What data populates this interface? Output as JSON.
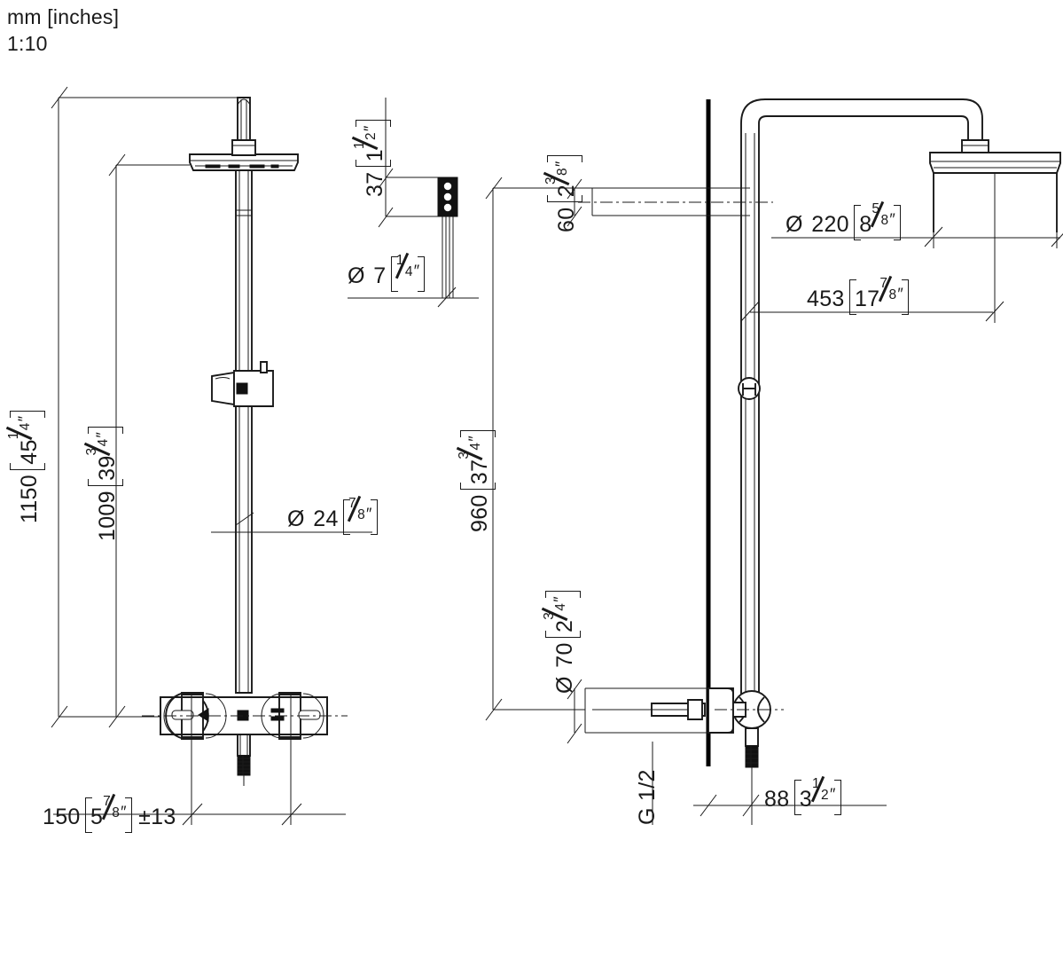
{
  "sheet": {
    "units_note": "mm [inches]",
    "scale": "1:10",
    "drawing_type": "technical-dimension-drawing",
    "subject": "wall-mounted thermostatic shower column with rain head",
    "line_color": "#1a1a1a",
    "background": "#ffffff"
  },
  "views": {
    "front": {
      "name": "front-elevation",
      "label": "front view of shower column with overhead rain shower and thermostatic mixer"
    },
    "detail": {
      "name": "mounting-bracket-detail",
      "label": "wall bracket mounting plate detail"
    },
    "side": {
      "name": "side-elevation",
      "label": "side view against wall showing projection of shower arm"
    }
  },
  "dimensions": {
    "overall_height": {
      "name": "overall-height",
      "mm": "1150",
      "in_whole": "45",
      "in_num": "1",
      "in_den": "4",
      "text": "1150 [45 1/4\"]"
    },
    "riser_height": {
      "name": "riser-height",
      "mm": "1009",
      "in_whole": "39",
      "in_num": "3",
      "in_den": "4",
      "text": "1009 [39 3/4\"]"
    },
    "bracket_height": {
      "name": "bracket-plate-height",
      "mm": "37",
      "in_whole": "1",
      "in_num": "1",
      "in_den": "2",
      "text": "37 [1 1/2\"]"
    },
    "screw_hole_dia": {
      "name": "screw-hole-diameter",
      "symbol": "Ø",
      "mm": "7",
      "in_whole": "",
      "in_num": "1",
      "in_den": "4",
      "text": "Ø 7 [1/4\"]"
    },
    "riser_pipe_dia": {
      "name": "riser-pipe-diameter",
      "symbol": "Ø",
      "mm": "24",
      "in_whole": "",
      "in_num": "7",
      "in_den": "8",
      "text": "Ø 24 [7/8\"]"
    },
    "mixer_inlet_spacing": {
      "name": "inlet-centre-spacing",
      "mm": "150",
      "in_whole": "5",
      "in_num": "7",
      "in_den": "8",
      "tolerance": "±13",
      "text": "150 [5 7/8\"] ±13"
    },
    "arm_offset": {
      "name": "shower-arm-vertical-offset",
      "mm": "60",
      "in_whole": "2",
      "in_num": "3",
      "in_den": "8",
      "text": "60 [2 3/8\"]"
    },
    "head_dia": {
      "name": "rain-head-diameter",
      "symbol": "Ø",
      "mm": "220",
      "in_whole": "8",
      "in_num": "5",
      "in_den": "8",
      "text": "Ø 220 [8 5/8\"]"
    },
    "arm_projection": {
      "name": "shower-arm-projection",
      "mm": "453",
      "in_whole": "17",
      "in_num": "7",
      "in_den": "8",
      "text": "453 [17 7/8\"]"
    },
    "wall_to_arm_height": {
      "name": "arm-height-above-mixer",
      "mm": "960",
      "in_whole": "37",
      "in_num": "3",
      "in_den": "4",
      "text": "960 [37 3/4\"]"
    },
    "escutcheon_dia": {
      "name": "escutcheon-diameter",
      "symbol": "Ø",
      "mm": "70",
      "in_whole": "2",
      "in_num": "3",
      "in_den": "4",
      "text": "Ø 70 [2 3/4\"]"
    },
    "thread_spec": {
      "name": "inlet-thread-spec",
      "text": "G 1/2"
    },
    "mixer_projection": {
      "name": "mixer-projection-from-wall",
      "mm": "88",
      "in_whole": "3",
      "in_num": "1",
      "in_den": "2",
      "text": "88 [3 1/2\"]"
    }
  }
}
